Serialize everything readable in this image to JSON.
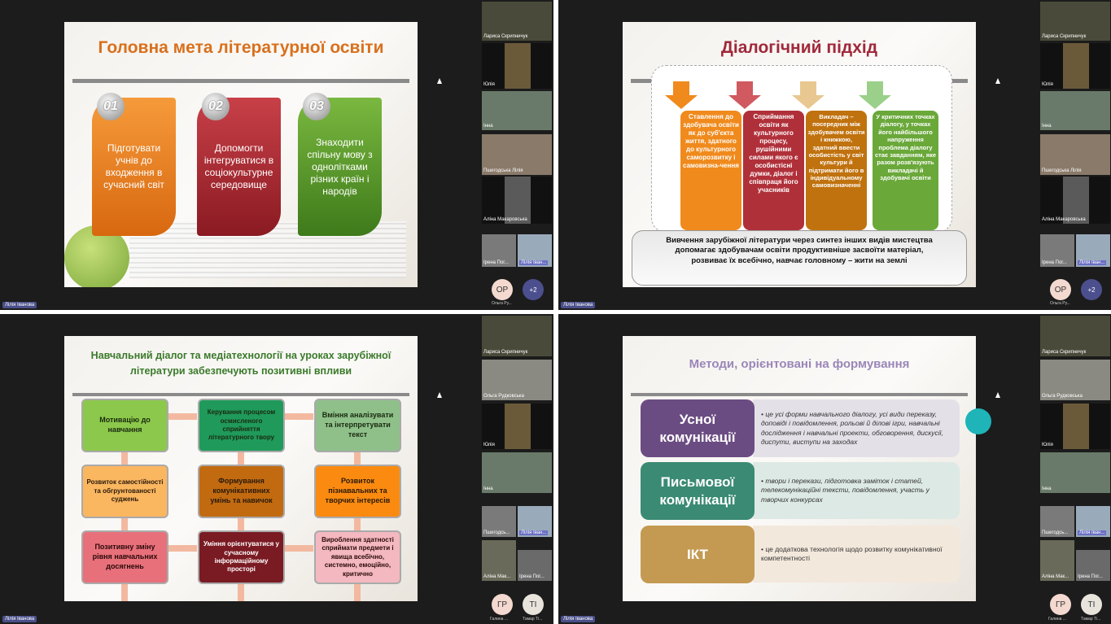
{
  "presenter_label": "Лілія Іванова",
  "slide1": {
    "title": "Головна мета літературної освіти",
    "cards": [
      {
        "num": "01",
        "text": "Підготувати учнів до входження в сучасний світ",
        "color": "#e8781a"
      },
      {
        "num": "02",
        "text": "Допомогти інтегруватися в соціокультурне середовище",
        "color": "#a8282e"
      },
      {
        "num": "03",
        "text": "Знаходити спільну мову з однолітками різних країн і народів",
        "color": "#5a9a2a"
      }
    ]
  },
  "slide2": {
    "title": "Діалогічний підхід",
    "columns": [
      {
        "text": "Ставлення до здобувача освіти як до суб'єкта життя, здатного до культурного саморозвитку і самовизна-чення",
        "color": "#f08a1c"
      },
      {
        "text": "Сприймання освіти як культурного процесу, рушійними силами якого є особистісні думки, діалог і співпраця його учасників",
        "color": "#b0303a"
      },
      {
        "text": "Викладач – посередник між здобувачем освіти і книжкою, здатний ввести особистість у світ культури й підтримати його в індивідуальному самовизначенні",
        "color": "#c0720e"
      },
      {
        "text": "У критичних точках діалогу, у точках його найбільшого напруження проблема діалогу стає завданням, яке разом розв'язують викладачі й здобувачі освіти",
        "color": "#6aa83a"
      }
    ],
    "summary": "Вивчення зарубіжної літератури через синтез інших видів мистецтва допомагає здобувачам освіти продуктивніше засвоїти матеріал, розвиває їх всебічно, навчає головному – жити на землі"
  },
  "slide3": {
    "title": "Навчальний діалог та медіатехнології на уроках зарубіжної літератури забезпечують позитивні впливи",
    "boxes": [
      {
        "text": "Мотивацію до навчання",
        "bg": "#8cc84b",
        "fg": "#1a2a10"
      },
      {
        "text": "Керування процесом осмисленого сприйняття літературного твору",
        "bg": "#1f9a5a",
        "fg": "#1a2a10"
      },
      {
        "text": "Вміння аналізувати та інтерпретувати текст",
        "bg": "#8fc08a",
        "fg": "#1a2a10"
      },
      {
        "text": "Розвиток самостійності та обгрунтованості суджень",
        "bg": "#fbb660",
        "fg": "#2a1a0a"
      },
      {
        "text": "Формування комунікативних умінь та навичок",
        "bg": "#c26a10",
        "fg": "#2a1a0a"
      },
      {
        "text": "Розвиток пізнавальних та творчих інтересів",
        "bg": "#fb8a10",
        "fg": "#2a1a0a"
      },
      {
        "text": "Позитивну зміну рівня навчальних досягнень",
        "bg": "#e8707a",
        "fg": "#2a0a0a"
      },
      {
        "text": "Уміння орієнтуватися у сучасному інформаційному просторі",
        "bg": "#7a1a22",
        "fg": "#ffffff"
      },
      {
        "text": "Вироблення здатності сприймати предмети і явища всебічно, системно, емоційно, критично",
        "bg": "#f4b8c0",
        "fg": "#2a0a0a"
      }
    ]
  },
  "slide4": {
    "title": "Методи, орієнтовані на формування",
    "rows": [
      {
        "label": "Усної комунікації",
        "text": "• це усі форми навчального діалогу, усі види переказу, доповіді і повідомлення, рольові й ділові ігри, навчальні дослідження і навчальні проекти, обговорення, дискусії, диспути, виступи на заходах",
        "color": "#6b4c82",
        "bg": "#e4e0e8"
      },
      {
        "label": "Письмової комунікації",
        "text": "• твори і перекази, підготовка заміток і статей, телекомунікаційні тексти, повідомлення, участь у творчих конкурсах",
        "color": "#3a8a74",
        "bg": "#dde9e4"
      },
      {
        "label": "ІКТ",
        "text": "• це додаткова технологія щодо розвитку комунікативної компетентності",
        "color": "#c49a52",
        "bg": "#f3e8dc"
      }
    ]
  },
  "panel_top": {
    "tiles": [
      "Лариса Скрипничук",
      "Юлія",
      "Інна",
      "Пшегодська Лілія",
      "Аліна Макаровська"
    ],
    "pair": [
      "Ірена Пог...",
      "Лілія Іван..."
    ],
    "avatars": [
      {
        "initials": "ОР",
        "name": "Ольга Ру..."
      },
      {
        "initials": "+2",
        "name": ""
      }
    ]
  },
  "panel_bottom": {
    "tiles": [
      "Лариса Скрипничук",
      "Ольга Рудковська",
      "Юлія",
      "Інна"
    ],
    "pair1": [
      "Пшегодсь...",
      "Лілія Іван..."
    ],
    "pair2": [
      "Аліна Мак...",
      "Ірена Пог..."
    ],
    "avatars": [
      {
        "initials": "ГР",
        "name": "Галина ..."
      },
      {
        "initials": "ТІ",
        "name": "Тамар Ті..."
      }
    ]
  }
}
